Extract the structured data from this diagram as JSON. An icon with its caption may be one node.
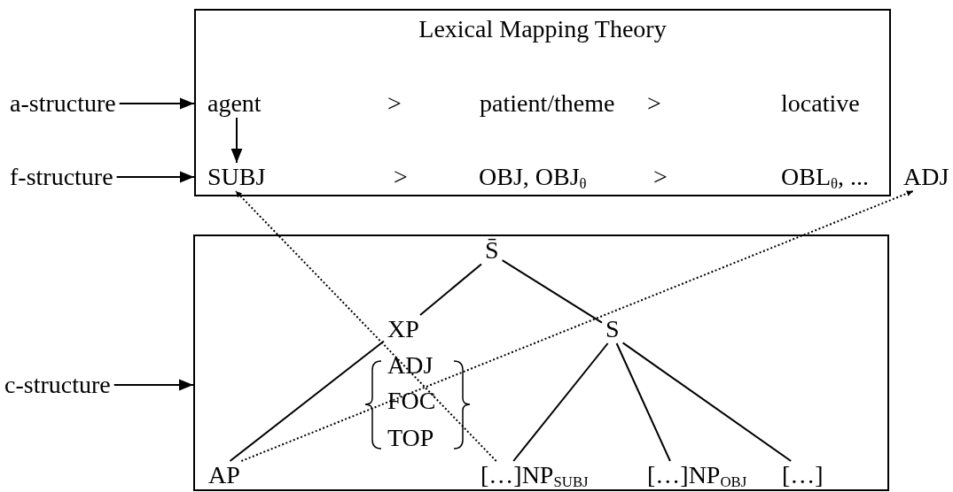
{
  "diagram": {
    "nodes": [
      {
        "text": [
          "Lexical Mapping Theory"
        ]
      },
      {
        "text": [
          "a-structure"
        ]
      },
      {
        "text": [
          "agent"
        ],
        "in": 0
      },
      {
        "text": [
          "patient/theme"
        ],
        "in": 0
      },
      {
        "text": [
          "locative"
        ],
        "in": 0
      },
      {
        "text": [
          "f-structure"
        ]
      },
      {
        "text": [
          "SUBJ"
        ],
        "in": 0
      },
      {
        "text": [
          "OBJ, OBJ$_{θ}$"
        ],
        "in": 0
      },
      {
        "text": [
          "OBL$_{θ}$, ..."
        ],
        "in": 0
      },
      {
        "text": [
          "ADJ"
        ]
      },
      {
        "text": [
          "c-structure"
        ]
      },
      {
        "text": [],
        "shape": "box"
      },
      {
        "text": [
          "S̄"
        ],
        "in": 11
      },
      {
        "text": [
          "XP"
        ],
        "in": 11
      },
      {
        "text": [
          "S"
        ],
        "in": 11
      },
      {
        "text": [
          "AP"
        ],
        "in": 11
      },
      {
        "text": [
          "[…]NP$_{SUBJ}$"
        ],
        "in": 11
      },
      {
        "text": [
          "[…]NP$_{OBJ}$"
        ],
        "in": 11
      },
      {
        "text": [
          "[…]"
        ],
        "in": 11
      }
    ],
    "edges": [
      {
        "from": 1,
        "to": 0,
        "arrow": "to"
      },
      {
        "from": 2,
        "to": 6,
        "arrow": "to"
      },
      {
        "from": 5,
        "to": 0,
        "arrow": "to"
      },
      {
        "from": 10,
        "to": 11,
        "arrow": "to"
      },
      {
        "from": 12,
        "to": 13,
        "arrow": "none"
      },
      {
        "from": 12,
        "to": 14,
        "arrow": "none"
      },
      {
        "from": 13,
        "to": 15,
        "arrow": "none"
      },
      {
        "from": 14,
        "to": 16,
        "arrow": "none"
      },
      {
        "from": 14,
        "to": 17,
        "arrow": "none"
      },
      {
        "from": 14,
        "to": 18,
        "arrow": "none"
      },
      {
        "from": 16,
        "to": 6,
        "arrow": "to",
        "style": "dashed"
      },
      {
        "from": 15,
        "to": 9,
        "arrow": "to",
        "style": "dashed"
      }
    ],
    "labels": [
      ">",
      ">",
      ">",
      ">",
      "ADJ",
      "FOC",
      "TOP"
    ]
  }
}
